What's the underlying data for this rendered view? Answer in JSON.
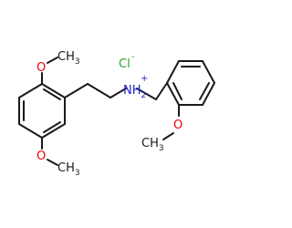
{
  "molecule": {
    "counterion": {
      "symbol": "Cl",
      "charge": "-",
      "color": "#2ca02c"
    },
    "ammonium": {
      "symbol": "NH",
      "hydrogen_count": "2",
      "charge": "+",
      "color": "#1f1fcc"
    },
    "methoxy_groups": [
      {
        "oxygen": "O",
        "methyl": "CH",
        "methyl_subscript": "3"
      },
      {
        "oxygen": "O",
        "methyl": "CH",
        "methyl_subscript": "3"
      },
      {
        "oxygen": "O",
        "methyl": "CH",
        "methyl_subscript": "3"
      }
    ],
    "colors": {
      "bond": "#1a1a1a",
      "oxygen": "#e8000b",
      "carbon_label": "#1a1a1a"
    }
  }
}
